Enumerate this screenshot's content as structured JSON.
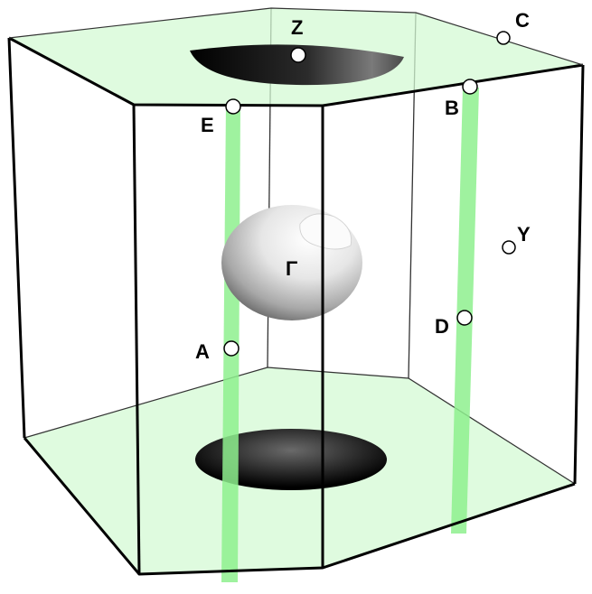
{
  "points": {
    "Z": "Z",
    "C": "C",
    "E": "E",
    "B": "B",
    "Y": "Y",
    "Gamma": "Γ",
    "D": "D",
    "A": "A"
  },
  "colors": {
    "face_fill": "#d4fad4",
    "face_opacity": 0.75,
    "column_green": "#8ef08e",
    "edge_dark": "#000000",
    "edge_thin": "#333333",
    "point_fill": "#ffffff"
  }
}
